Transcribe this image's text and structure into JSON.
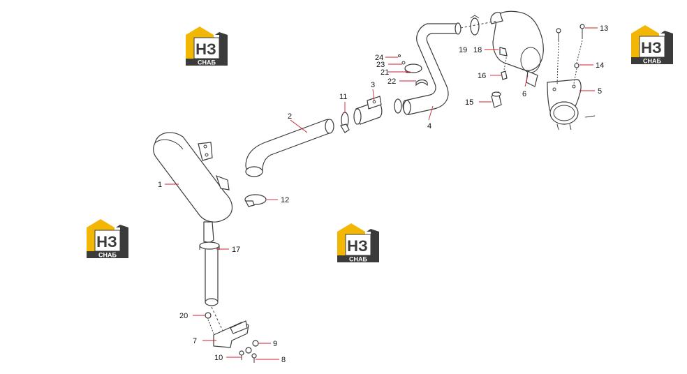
{
  "logo": {
    "mark": "НЗ",
    "word": "СНАБ",
    "accent": "#f2b705",
    "dark": "#3b3b3b"
  },
  "callouts": [
    "1",
    "2",
    "3",
    "4",
    "5",
    "6",
    "7",
    "8",
    "9",
    "10",
    "11",
    "12",
    "13",
    "14",
    "15",
    "16",
    "17",
    "18",
    "19",
    "20",
    "21",
    "22",
    "23",
    "24"
  ]
}
